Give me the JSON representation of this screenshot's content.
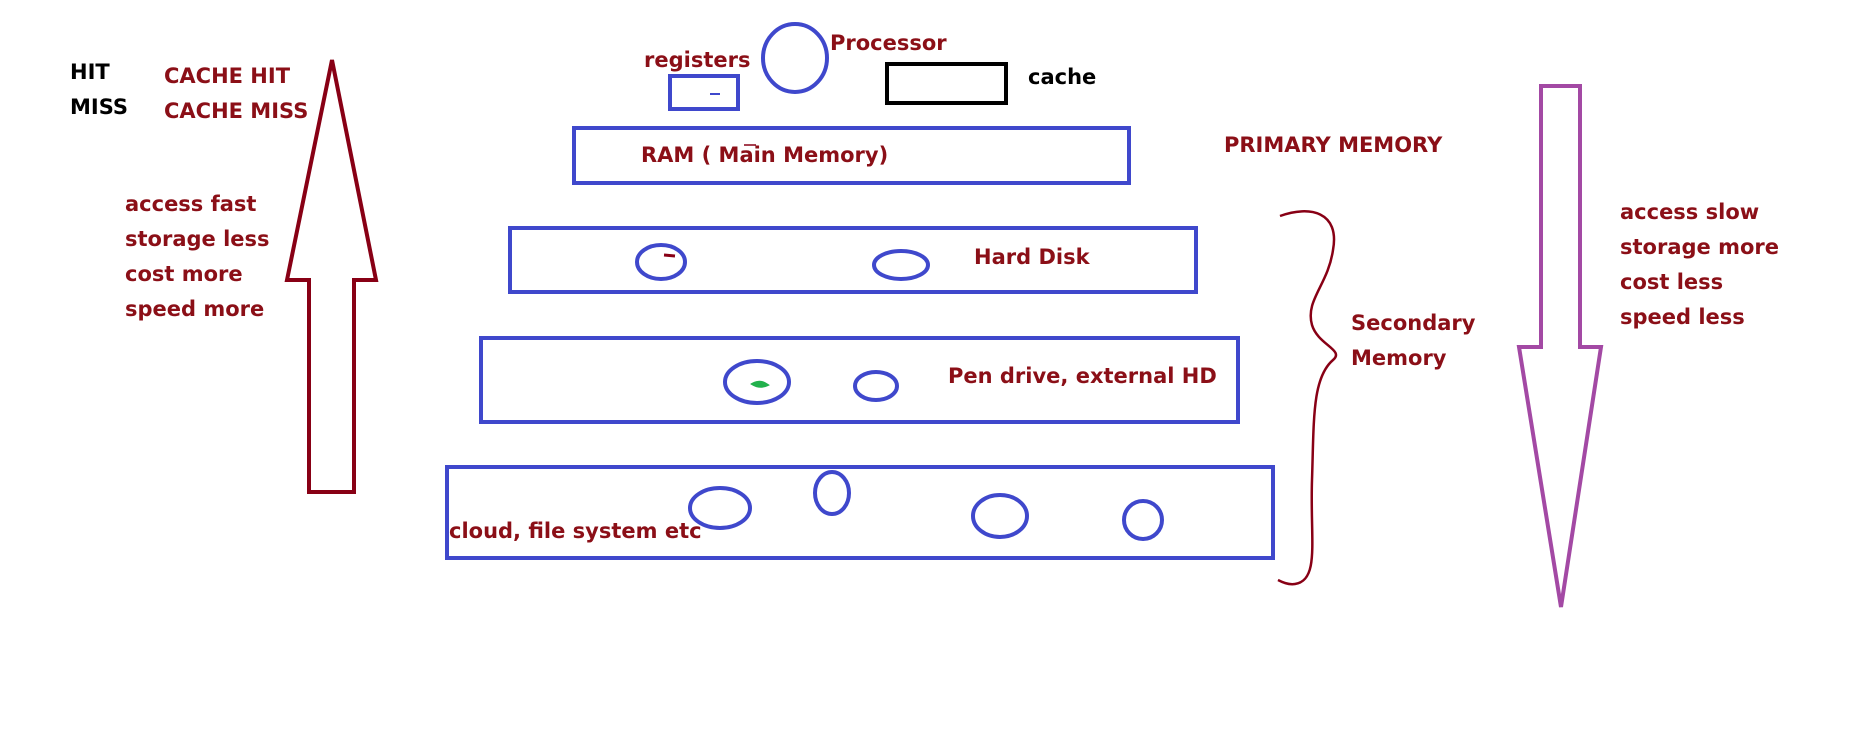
{
  "colors": {
    "box_blue": "#3f48cc",
    "text_red": "#8b0f17",
    "arrow_up": "#880015",
    "arrow_down": "#a349a4",
    "brace": "#880015",
    "cache_box": "#000000",
    "green_mark": "#22b14c"
  },
  "labels": {
    "hit": "HIT",
    "miss": "MISS",
    "cache_hit": "CACHE HIT",
    "cache_miss": "CACHE MISS",
    "registers": "registers",
    "processor": "Processor",
    "cache": "cache",
    "ram": "RAM ( Main Memory)",
    "primary_memory": "PRIMARY MEMORY",
    "hard_disk": "Hard Disk",
    "pen_drive": "Pen drive, external HD",
    "cloud": "cloud, file system etc",
    "secondary_memory_line1": "Secondary",
    "secondary_memory_line2": "Memory"
  },
  "left_notes": [
    "access fast",
    "storage less",
    "cost more",
    "speed more"
  ],
  "right_notes": [
    "access slow",
    "storage more",
    "cost less",
    "speed less"
  ]
}
